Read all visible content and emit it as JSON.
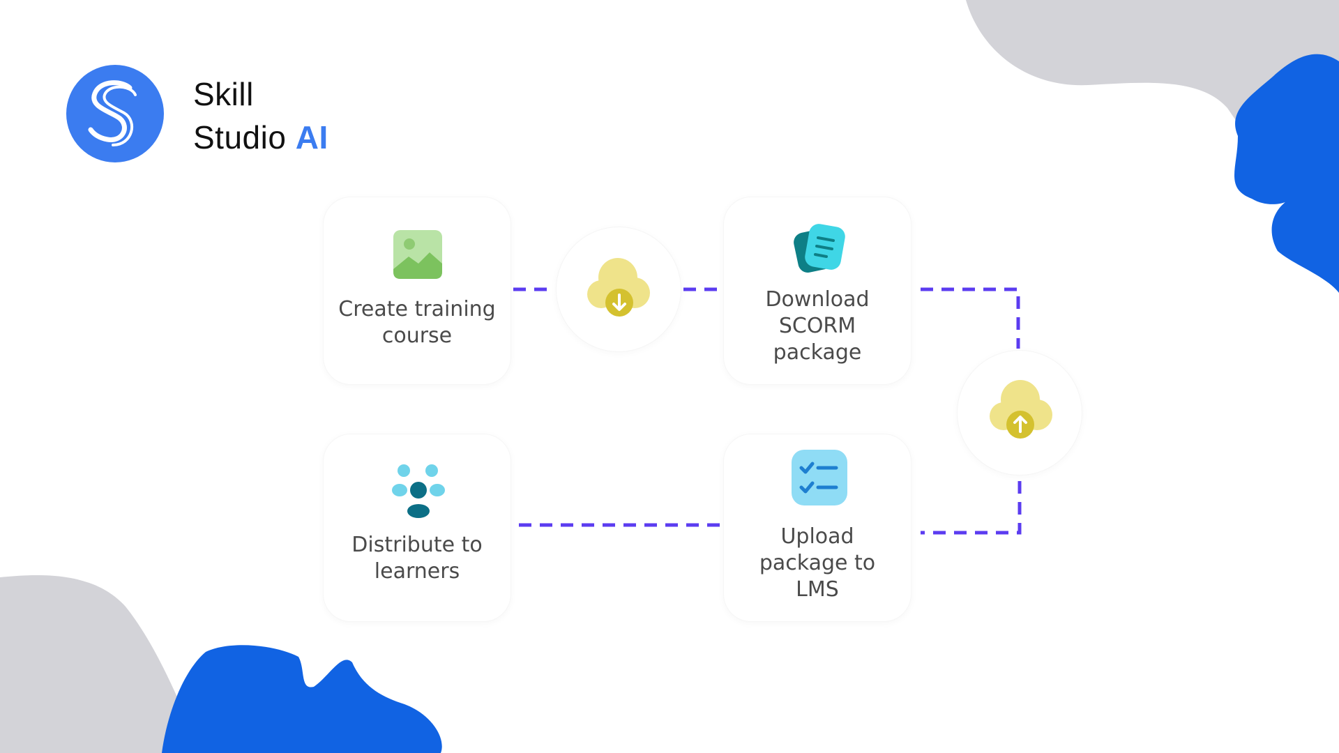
{
  "brand": {
    "line1": "Skill",
    "line2_word": "Studio",
    "line2_accent": "AI",
    "colors": {
      "primary_blue": "#3b7cf0",
      "deep_blue": "#1163e3",
      "blob_gray": "#d3d3d8",
      "connector": "#5b3cf0"
    }
  },
  "steps": [
    {
      "id": "create",
      "label_lines": [
        "Create training",
        "course"
      ],
      "icon": "image-icon"
    },
    {
      "id": "download",
      "label_lines": [
        "Download",
        "SCORM",
        "package"
      ],
      "icon": "document-stack-icon"
    },
    {
      "id": "upload",
      "label_lines": [
        "Upload",
        "package to",
        "LMS"
      ],
      "icon": "checklist-icon"
    },
    {
      "id": "distribute",
      "label_lines": [
        "Distribute to",
        "learners"
      ],
      "icon": "users-icon"
    }
  ],
  "transfers": [
    {
      "id": "download-transfer",
      "icon": "cloud-download-icon"
    },
    {
      "id": "upload-transfer",
      "icon": "cloud-upload-icon"
    }
  ]
}
